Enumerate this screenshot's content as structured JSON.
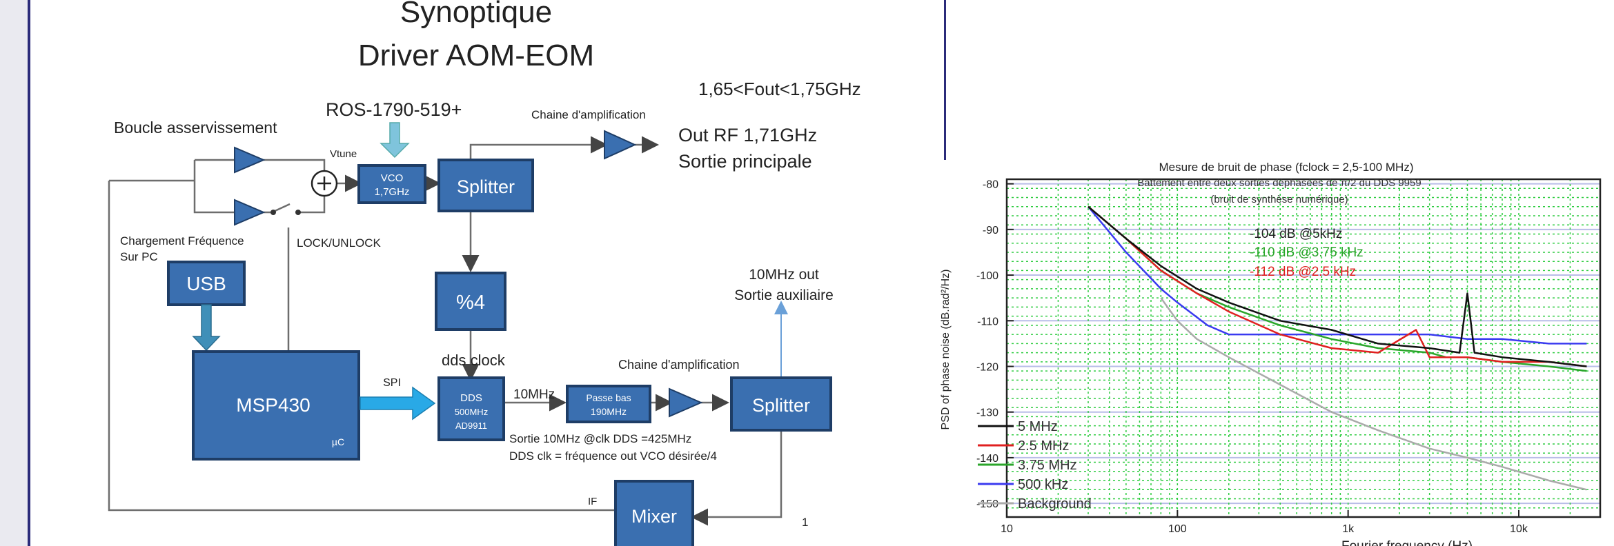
{
  "diagram": {
    "title_line1": "Synoptique",
    "title_line2": "Driver AOM-EOM",
    "fout_range": "1,65<Fout<1,75GHz",
    "ros_label": "ROS-1790-519+",
    "chaine_amp_top": "Chaine d'amplification",
    "out_rf_line1": "Out RF 1,71GHz",
    "out_rf_line2": "Sortie principale",
    "boucle": "Boucle asservissement",
    "vtune": "Vtune",
    "vco_line1": "VCO",
    "vco_line2": "1,7GHz",
    "splitter1": "Splitter",
    "chargement_line1": "Chargement Fréquence",
    "chargement_line2": "Sur PC",
    "lock_unlock": "LOCK/UNLOCK",
    "usb": "USB",
    "div4": "%4",
    "out10_line1": "10MHz out",
    "out10_line2": "Sortie auxiliaire",
    "dds_clock": "dds clock",
    "chaine_amp_bottom": "Chaine d'amplification",
    "mcu": "MSP430",
    "mcu_sub": "µC",
    "spi": "SPI",
    "dds_line1": "DDS",
    "dds_line2": "500MHz",
    "dds_line3": "AD9911",
    "tenmhz": "10MHz",
    "passe_line1": "Passe bas",
    "passe_line2": "190MHz",
    "splitter2": "Splitter",
    "note_line1": "Sortie 10MHz @clk DDS =425MHz",
    "note_line2": "DDS clk = fréquence out VCO désirée/4",
    "if_label": "IF",
    "mixer": "Mixer",
    "one_label": "1"
  },
  "chart_data": {
    "type": "line",
    "title": "Mesure de bruit de phase (fclock = 2,5-100 MHz)",
    "subtitle_line1": "Battement entre deux sorties déphasées de π/2 du DDS 9959",
    "subtitle_line2": "(bruit de synthèse numérique)",
    "xlabel": "Fourier frequency (Hz)",
    "ylabel": "PSD of phase noise (dB.rad²/Hz)",
    "xscale": "log",
    "xlim": [
      10,
      30000
    ],
    "ylim": [
      -153,
      -79
    ],
    "x_ticks": [
      10,
      100,
      1000,
      10000
    ],
    "x_tick_labels": [
      "10",
      "100",
      "1k",
      "10k"
    ],
    "y_ticks": [
      -80,
      -90,
      -100,
      -110,
      -120,
      -130,
      -140,
      -150
    ],
    "y_tick_labels": [
      "-80",
      "-90",
      "-100",
      "-110",
      "-120",
      "-130",
      "-140",
      "-150"
    ],
    "grid": true,
    "legend_position": "bottom-left",
    "annotations": [
      {
        "text": "-104 dB @5kHz",
        "color": "#222222"
      },
      {
        "text": "-110 dB @3.75 kHz",
        "color": "#2aa52a"
      },
      {
        "text": "-112 dB @2.5 kHz",
        "color": "#e02020"
      }
    ],
    "series": [
      {
        "name": "5 MHz",
        "color": "#111111",
        "x": [
          30,
          50,
          80,
          130,
          200,
          400,
          800,
          1500,
          3000,
          4500,
          5000,
          5500,
          8000,
          15000,
          25000
        ],
        "y": [
          -85,
          -92,
          -98,
          -103,
          -106,
          -110,
          -112,
          -115,
          -116,
          -117,
          -104,
          -117,
          -118,
          -119,
          -120
        ]
      },
      {
        "name": "2.5 MHz",
        "color": "#e02020",
        "x": [
          30,
          50,
          80,
          130,
          200,
          400,
          800,
          1500,
          2500,
          3000,
          5000,
          8000,
          15000,
          25000
        ],
        "y": [
          -85,
          -92,
          -99,
          -104,
          -108,
          -113,
          -116,
          -117,
          -112,
          -118,
          -118,
          -119,
          -119,
          -120
        ]
      },
      {
        "name": "3.75 MHz",
        "color": "#2aa52a",
        "x": [
          30,
          50,
          80,
          130,
          200,
          400,
          800,
          1500,
          3000,
          3750,
          5000,
          8000,
          15000,
          25000
        ],
        "y": [
          -85,
          -92,
          -99,
          -104,
          -107,
          -111,
          -114,
          -116,
          -117,
          -118,
          -118,
          -119,
          -120,
          -121
        ]
      },
      {
        "name": "500 kHz",
        "color": "#3a3af0",
        "x": [
          30,
          50,
          80,
          100,
          150,
          200,
          400,
          800,
          1500,
          3000,
          5000,
          8000,
          15000,
          25000
        ],
        "y": [
          -85,
          -95,
          -103,
          -106,
          -111,
          -113,
          -113,
          -113,
          -113,
          -113,
          -114,
          -114,
          -115,
          -115
        ]
      },
      {
        "name": "Background",
        "color": "#aaaaaa",
        "x": [
          80,
          100,
          130,
          200,
          400,
          800,
          1500,
          3000,
          5000,
          8000,
          15000,
          25000
        ],
        "y": [
          -105,
          -110,
          -114,
          -118,
          -124,
          -130,
          -134,
          -138,
          -140,
          -142,
          -145,
          -147
        ]
      }
    ]
  }
}
